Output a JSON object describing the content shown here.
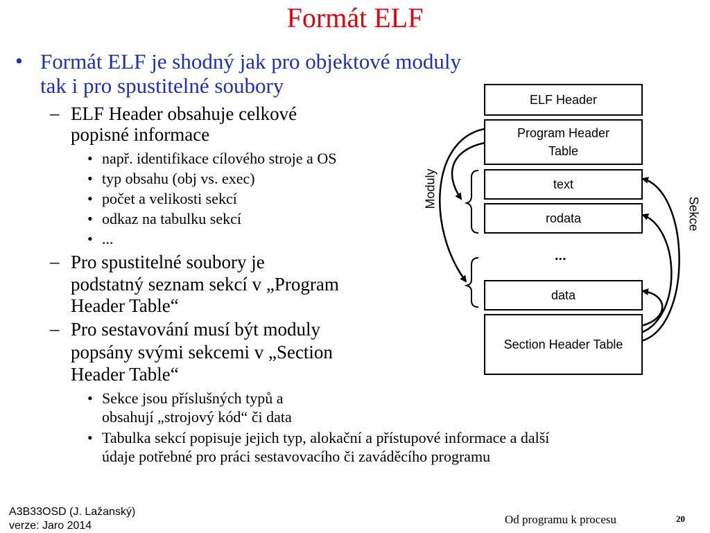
{
  "title": "Formát ELF",
  "bullets": {
    "main_line1": "Formát ELF je shodný jak pro objektové moduly",
    "main_line2": "tak i pro spustitelné soubory",
    "header_line1": "ELF Header obsahuje celkové",
    "header_line2": "popisné informace",
    "header_items": [
      "např. identifikace cílového stroje a OS",
      "typ obsahu (obj vs. exec)",
      "počet a velikosti sekcí",
      "odkaz na tabulku sekcí",
      "..."
    ],
    "exec_line1": "Pro spustitelné soubory je",
    "exec_line2": "podstatný seznam sekcí v „Program",
    "exec_line3": "Header Table“",
    "link_line1": "Pro sestavování musí být moduly",
    "link_line2": "popsány svými sekcemi v „Section",
    "link_line3": "Header Table“",
    "sections_line1": "Sekce jsou příslušných typů a",
    "sections_line2": "obsahují „strojový kód“ či data",
    "table_line1": "Tabulka sekcí popisuje jejich typ, alokační a přístupové informace a další",
    "table_line2": "údaje potřebné pro práci sestavovacího či zaváděcího programu"
  },
  "diagram": {
    "elf_header": "ELF Header",
    "pht_line1": "Program Header",
    "pht_line2": "Table",
    "text": "text",
    "rodata": "rodata",
    "ellipsis": "...",
    "data": "data",
    "sht": "Section Header Table",
    "moduly": "Moduly",
    "sekce": "Sekce"
  },
  "footer": {
    "course": "A3B33OSD (J. Lažanský)",
    "version": "verze: Jaro 2014",
    "topic": "Od programu k procesu",
    "page": "20"
  },
  "colors": {
    "title": "#e8000a",
    "main_bullet": "#1c2cc6",
    "text": "#000000"
  }
}
